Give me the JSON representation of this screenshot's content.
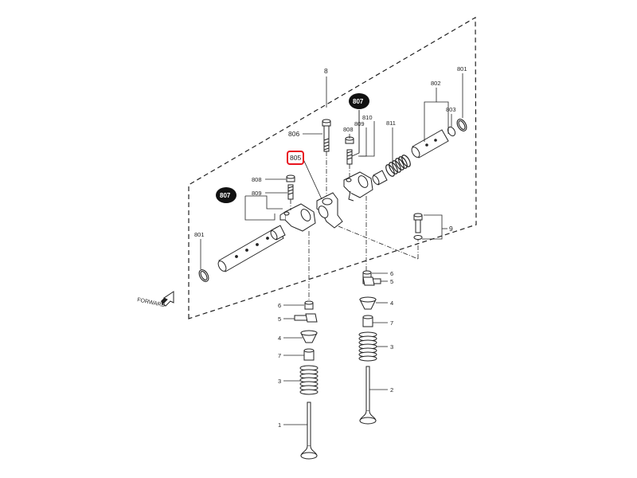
{
  "diagram": {
    "labels": {
      "l8": "8",
      "l9": "9",
      "l801_right": "801",
      "l801_left": "801",
      "l802": "802",
      "l803": "803",
      "l805": "805",
      "l806": "806",
      "l807_top": "807",
      "l807_left": "807",
      "l808_top": "808",
      "l808_left": "808",
      "l809_top": "809",
      "l809_left": "809",
      "l810": "810",
      "l811": "811",
      "l1": "1",
      "l2": "2",
      "l3_left": "3",
      "l3_right": "3",
      "l4_left": "4",
      "l4_right": "4",
      "l5_left": "5",
      "l5_right": "5",
      "l6_left": "6",
      "l6_right": "6",
      "l7_left": "7",
      "l7_right": "7"
    },
    "forward_label": "FORWARD",
    "highlight_color": "#e8141e"
  }
}
